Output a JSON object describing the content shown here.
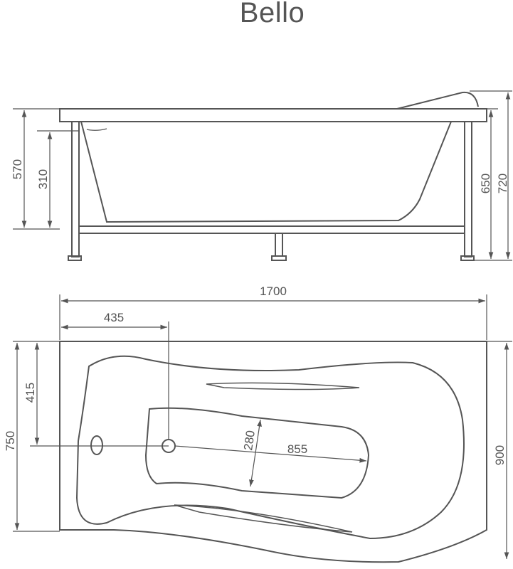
{
  "title": "Bello",
  "side_view": {
    "dimensions": {
      "total_height": "570",
      "inner_depth": "310",
      "rim_height_min": "650",
      "rim_height_max": "720"
    }
  },
  "top_view": {
    "dimensions": {
      "length": "1700",
      "drain_offset_x": "435",
      "drain_offset_y": "415",
      "width_left": "750",
      "width_right": "900",
      "bowl_width": "280",
      "bowl_length": "855"
    }
  },
  "colors": {
    "line": "#555555",
    "background": "#ffffff"
  }
}
